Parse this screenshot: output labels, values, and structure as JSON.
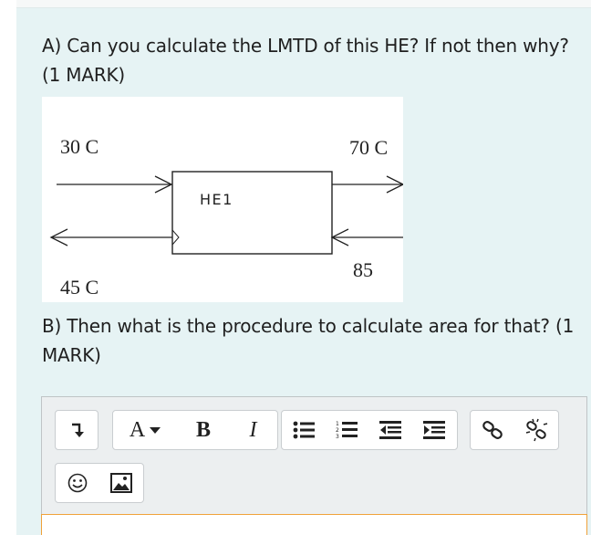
{
  "question": {
    "part_a": "A) Can you calculate the LMTD of this HE? If not then why?  (1 MARK)",
    "part_b": "B) Then what is the procedure to calculate area for that? (1 MARK)"
  },
  "diagram": {
    "hot_in": "30 C",
    "hot_out": "70 C",
    "cold_out": "45 C",
    "cold_in": "85",
    "exchanger": "HE1"
  },
  "toolbar": {
    "icons": [
      "expand-toolbar-icon",
      "font-color-icon",
      "bold-icon",
      "italic-icon",
      "bullet-list-icon",
      "numbered-list-icon",
      "outdent-icon",
      "indent-icon",
      "link-icon",
      "unlink-icon",
      "emoji-icon",
      "image-icon"
    ],
    "font_label": "A",
    "bold_label": "B",
    "italic_label": "I"
  }
}
